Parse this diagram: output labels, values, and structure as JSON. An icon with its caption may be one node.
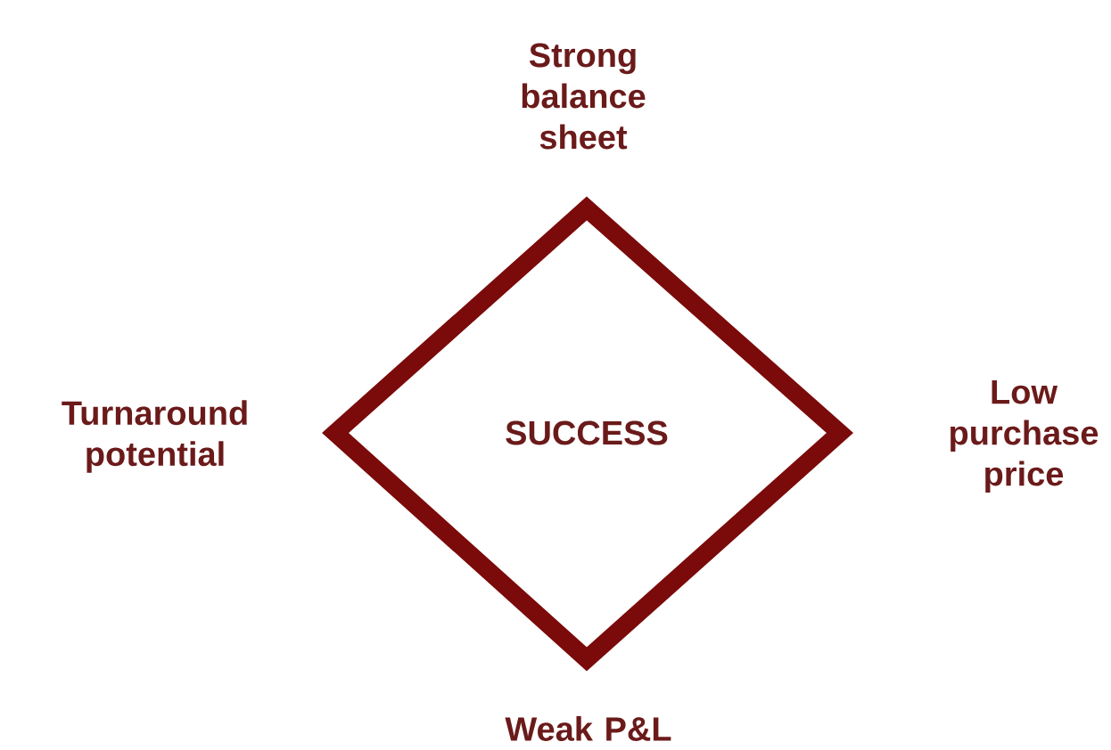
{
  "diagram": {
    "nodes": [
      {
        "text": [
          "SUCCESS"
        ],
        "beside": [
          "Strong balance sheet",
          "Low purchase price",
          "Weak P&L",
          "Turnaround potential"
        ]
      }
    ]
  }
}
